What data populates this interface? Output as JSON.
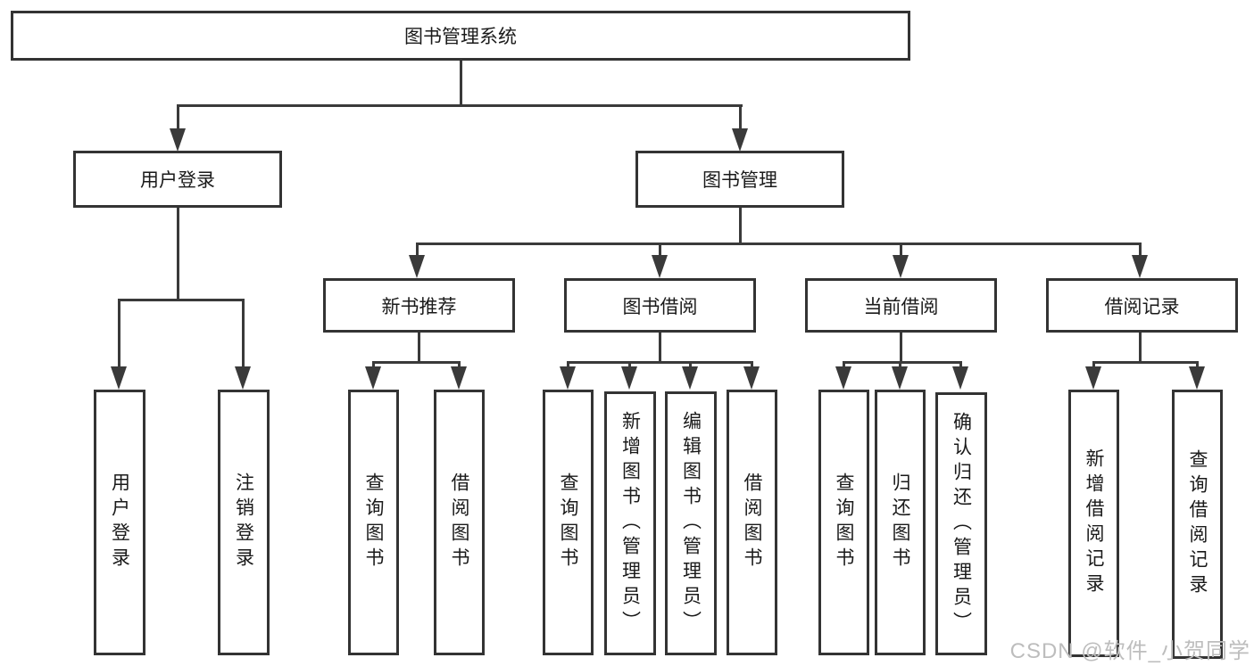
{
  "colors": {
    "line": "#3a3a3a",
    "box_border": "#333333",
    "box_bg": "#ffffff",
    "text": "#1a1a1a",
    "watermark": "#bdbdbd",
    "page_bg": "#ffffff"
  },
  "diagram": {
    "root": {
      "label": "图书管理系统"
    },
    "branches": [
      {
        "label": "用户登录"
      },
      {
        "label": "图书管理"
      }
    ],
    "modules": [
      {
        "label": "新书推荐"
      },
      {
        "label": "图书借阅"
      },
      {
        "label": "当前借阅"
      },
      {
        "label": "借阅记录"
      }
    ],
    "leaves": [
      {
        "label": "用户登录"
      },
      {
        "label": "注销登录"
      },
      {
        "label": "查询图书"
      },
      {
        "label": "借阅图书"
      },
      {
        "label": "查询图书"
      },
      {
        "label": "新增图书（管理员）"
      },
      {
        "label": "编辑图书（管理员）"
      },
      {
        "label": "借阅图书"
      },
      {
        "label": "查询图书"
      },
      {
        "label": "归还图书"
      },
      {
        "label": "确认归还（管理员）"
      },
      {
        "label": "新增借阅记录"
      },
      {
        "label": "查询借阅记录"
      }
    ]
  },
  "watermark": {
    "text": "CSDN @软件_小贺同学"
  }
}
